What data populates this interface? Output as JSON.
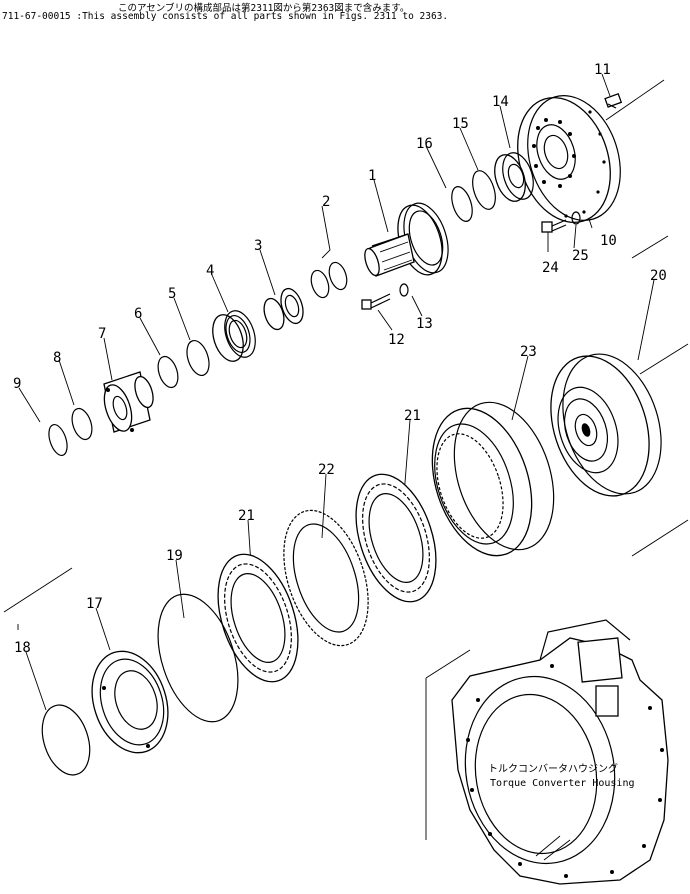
{
  "header": {
    "line_jp": "このアセンブリの構成部品は第2311図から第2363図まで含みます。",
    "line_en": "711-67-00015 :This assembly consists of all parts shown in Figs. 2311 to 2363."
  },
  "callouts": {
    "p1": "1",
    "p2": "2",
    "p3": "3",
    "p4": "4",
    "p5": "5",
    "p6": "6",
    "p7": "7",
    "p8": "8",
    "p9": "9",
    "p10": "10",
    "p11": "11",
    "p12": "12",
    "p13": "13",
    "p14": "14",
    "p15": "15",
    "p16": "16",
    "p17": "17",
    "p18": "18",
    "p19": "19",
    "p20": "20",
    "p21a": "21",
    "p21b": "21",
    "p22": "22",
    "p23": "23",
    "p24": "24",
    "p25": "25"
  },
  "housing": {
    "label_jp": "トルクコンバータハウジング",
    "label_en": "Torque Converter Housing"
  }
}
